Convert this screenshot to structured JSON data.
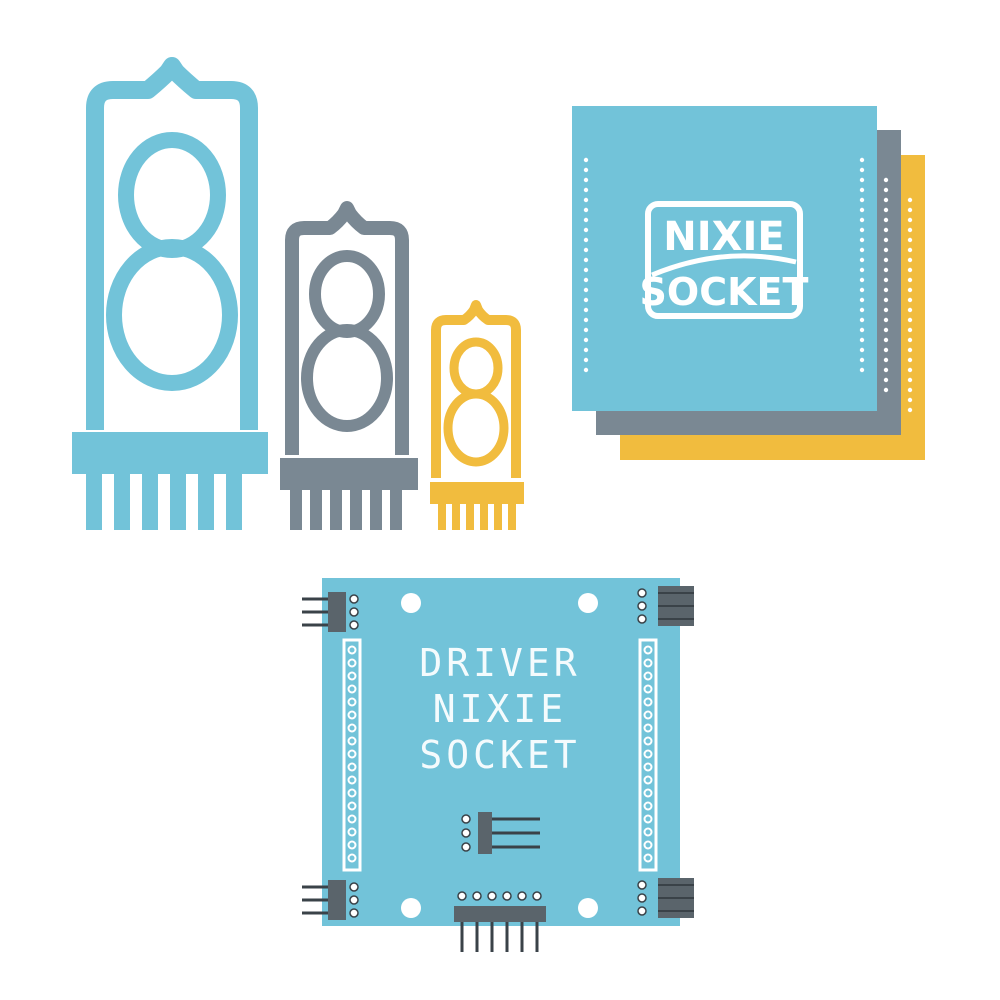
{
  "colors": {
    "blue": "#72c3d9",
    "gray": "#7a8893",
    "yellow": "#f1bc3e",
    "white": "#ffffff",
    "pin_dark": "#3a4248"
  },
  "tubes": [
    {
      "name": "large-nixie-tube",
      "digit": "8",
      "color": "blue"
    },
    {
      "name": "medium-nixie-tube",
      "digit": "8",
      "color": "gray"
    },
    {
      "name": "small-nixie-tube",
      "digit": "8",
      "color": "yellow"
    }
  ],
  "logo": {
    "line1": "NIXIE",
    "line2": "SOCKET"
  },
  "driver_board": {
    "line1": "DRIVER",
    "line2": "NIXIE",
    "line3": "SOCKET"
  }
}
